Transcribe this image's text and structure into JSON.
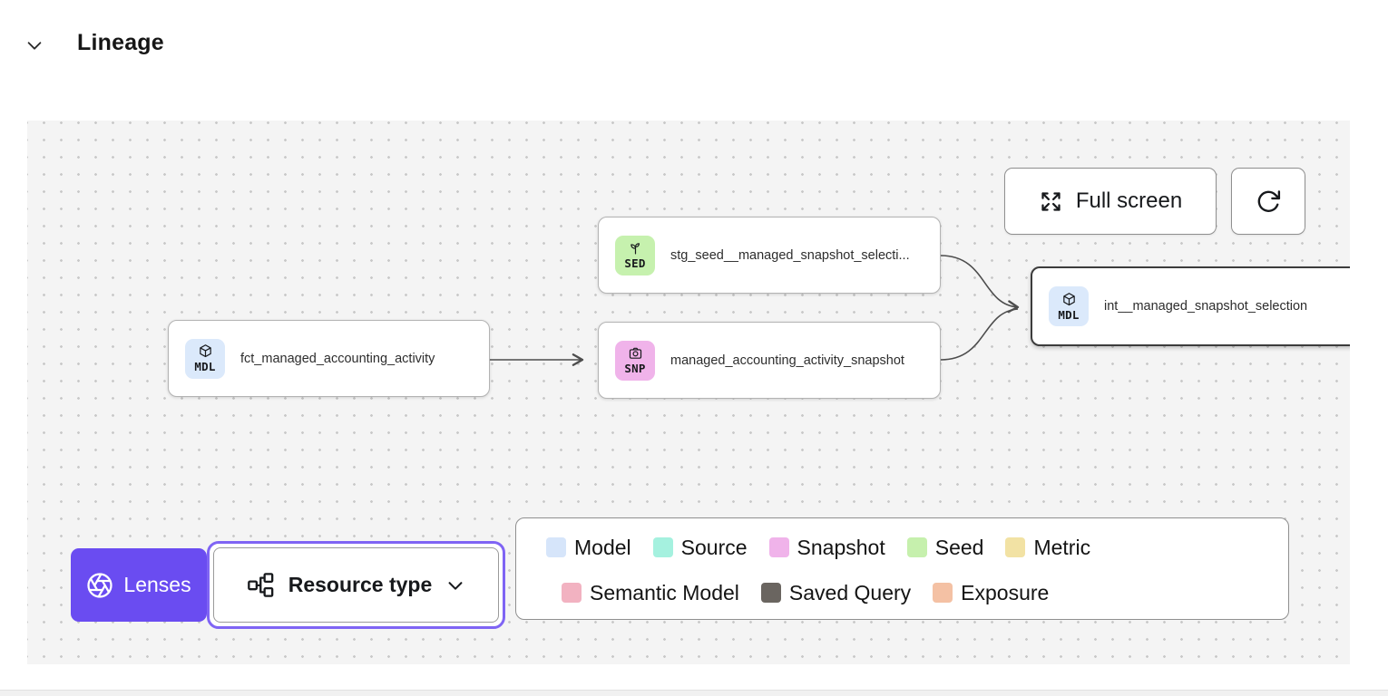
{
  "header": {
    "title": "Lineage"
  },
  "toolbar": {
    "fullscreen_label": "Full screen"
  },
  "nodes": [
    {
      "badge": "MDL",
      "badge_color": "#dbe9fb",
      "label": "fct_managed_accounting_activity",
      "type": "model",
      "selected": false
    },
    {
      "badge": "SED",
      "badge_color": "#c6f1ae",
      "label": "stg_seed__managed_snapshot_selecti...",
      "type": "seed",
      "selected": false
    },
    {
      "badge": "SNP",
      "badge_color": "#f0b3ea",
      "label": "managed_accounting_activity_snapshot",
      "type": "snapshot",
      "selected": false
    },
    {
      "badge": "MDL",
      "badge_color": "#dbe9fb",
      "label": "int__managed_snapshot_selection",
      "type": "model",
      "selected": true
    }
  ],
  "lenses": {
    "label": "Lenses",
    "accent_color": "#6a4cf1"
  },
  "resource_type": {
    "label": "Resource type"
  },
  "legend": {
    "row1": [
      {
        "label": "Model",
        "color": "#d6e5fa"
      },
      {
        "label": "Source",
        "color": "#a5f1df"
      },
      {
        "label": "Snapshot",
        "color": "#f0b3ea"
      },
      {
        "label": "Seed",
        "color": "#c6f0ad"
      },
      {
        "label": "Metric",
        "color": "#f2e2a4"
      }
    ],
    "row2": [
      {
        "label": "Semantic Model",
        "color": "#f2b2c1"
      },
      {
        "label": "Saved Query",
        "color": "#6a6560"
      },
      {
        "label": "Exposure",
        "color": "#f4c1a4"
      }
    ]
  },
  "colors": {
    "canvas_bg": "#f4f4f4",
    "edge": "#4d4d4d",
    "selected_border": "#3c3c3c",
    "focus_ring": "#7f64f4"
  }
}
